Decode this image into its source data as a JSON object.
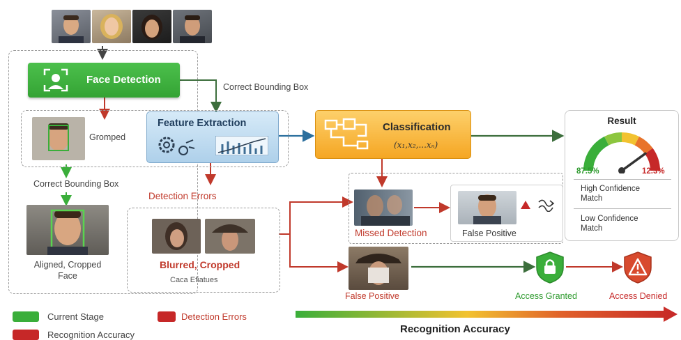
{
  "stages": {
    "face_detection": "Face Detection",
    "feature_extraction": "Feature Extraction",
    "classification": "Classification",
    "classification_formula": "(x₁,x₂,...xₙ)"
  },
  "labels": {
    "correct_bbox_top": "Correct Bounding Box",
    "cropped": "Gromped",
    "correct_bbox_left": "Correct Bounding Box",
    "aligned_face": "Aligned, Cropped\nFace",
    "detection_errors": "Detection Errors",
    "blurred_cropped": "Blurred, Cropped",
    "face_features": "Caca Efiatues",
    "missed_detection": "Missed Detection",
    "false_positive_card": "False Positive",
    "false_positive_bottom": "False Positive",
    "access_granted": "Access Granted",
    "access_denied": "Access Denied"
  },
  "result": {
    "title": "Result",
    "high_value": "87.5%",
    "low_value": "12.3%",
    "high_label": "High Confidence\nMatch",
    "low_label": "Low Confidence\nMatch",
    "gauge_level": 0.8
  },
  "legend": {
    "current_stage": "Current Stage",
    "detection_errors": "Detection Errors",
    "recognition_accuracy": "Recognition Accuracy",
    "bar_title": "Recognition Accuracy"
  },
  "colors": {
    "green": "#3aae3a",
    "red": "#c62828",
    "blue": "#2b6f9e",
    "orange": "#f5a623"
  },
  "icons": [
    "face-scan-icon",
    "gear-icon",
    "bar-chart-icon",
    "circuit-icon",
    "lock-icon",
    "warning-icon",
    "gauge-icon",
    "caret-icon",
    "squiggle-icon"
  ]
}
